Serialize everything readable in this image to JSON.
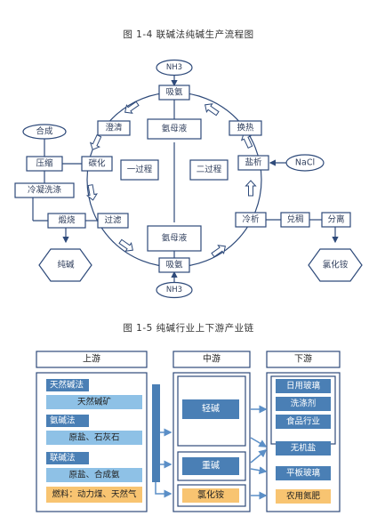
{
  "figure1": {
    "caption": "图 1-4    联碱法纯碱生产流程图",
    "nodes": {
      "nh3_top": "NH3",
      "nh3_bottom": "NH3",
      "absorb_top": "吸氨",
      "absorb_bottom": "吸氨",
      "clarify": "澄清",
      "ammonia_liquor_top": "氨母液",
      "heat_exchange": "换热",
      "carbonization": "碳化",
      "process1": "一过程",
      "process2": "二过程",
      "salting": "盐析",
      "nacl": "NaCl",
      "synthesis": "合成",
      "compress": "压缩",
      "condense_wash": "冷凝洗涤",
      "filter": "过滤",
      "calcine": "煅烧",
      "soda_ash": "纯碱",
      "ammonia_liquor_bottom": "氨母液",
      "cool_crystal": "冷析",
      "thicken": "兑稠",
      "separate": "分离",
      "ammonium_chloride": "氯化铵"
    }
  },
  "figure2": {
    "caption": "图 1-5    纯碱行业上下游产业链",
    "upstream": {
      "header": "上游",
      "groups": [
        {
          "title": "天然碱法",
          "item": "天然碱矿"
        },
        {
          "title": "氨碱法",
          "item": "原盐、石灰石"
        },
        {
          "title": "联碱法",
          "item": "原盐、合成氨"
        }
      ],
      "fuel": "燃料：动力煤、天然气"
    },
    "midstream": {
      "header": "中游",
      "items": [
        "轻碱",
        "重碱",
        "氯化铵"
      ]
    },
    "downstream": {
      "header": "下游",
      "items": [
        "日用玻璃",
        "洗涤剂",
        "食品行业",
        "无机盐",
        "平板玻璃",
        "农用氮肥"
      ]
    },
    "colors": {
      "frame": "#2e4a7a",
      "dark_blue": "#4a7fb5",
      "light_blue": "#8ec1e6",
      "orange": "#f8c471",
      "arrow": "#5b8fc7"
    }
  }
}
